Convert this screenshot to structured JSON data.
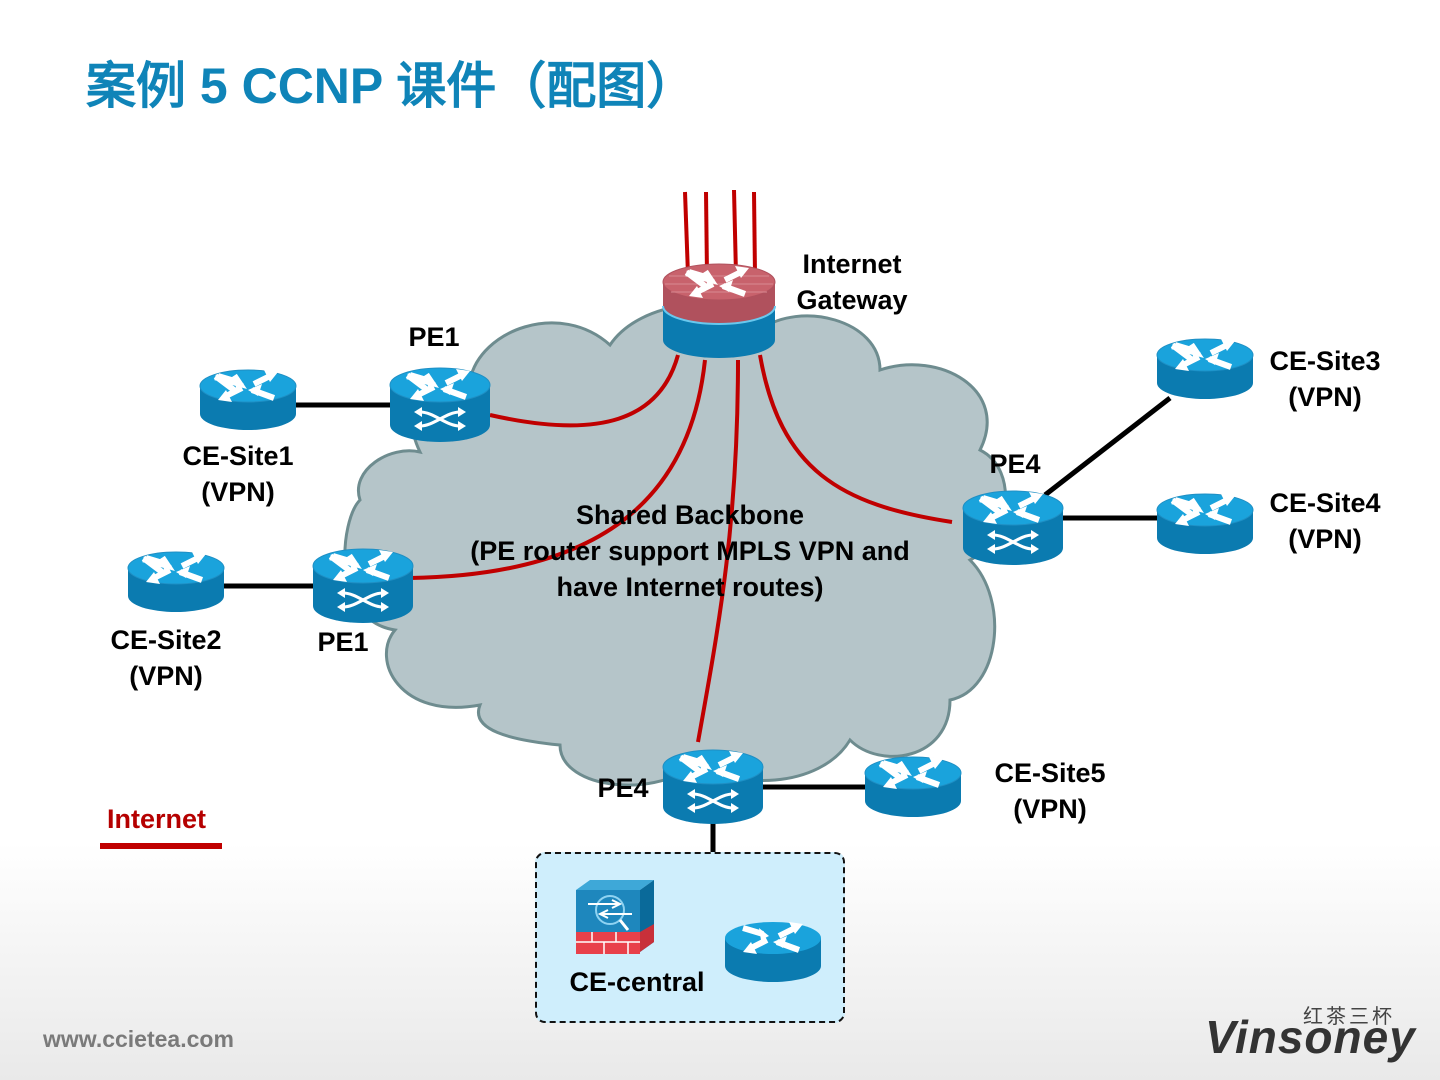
{
  "title": "案例 5 CCNP 课件（配图）",
  "diagram": {
    "cloud_label": {
      "line1": "Shared Backbone",
      "line2": "(PE router support MPLS VPN and",
      "line3": "have Internet routes)"
    },
    "nodes": [
      {
        "id": "igw",
        "type": "firewall-router",
        "label_line1": "Internet",
        "label_line2": "Gateway"
      },
      {
        "id": "pe1-top",
        "type": "pe-router",
        "label_line1": "PE1"
      },
      {
        "id": "pe1-bottom",
        "type": "pe-router",
        "label_line1": "PE1"
      },
      {
        "id": "pe4-right",
        "type": "pe-router",
        "label_line1": "PE4"
      },
      {
        "id": "pe4-bottom",
        "type": "pe-router",
        "label_line1": "PE4"
      },
      {
        "id": "ce1",
        "type": "router",
        "label_line1": "CE-Site1",
        "label_line2": "(VPN)"
      },
      {
        "id": "ce2",
        "type": "router",
        "label_line1": "CE-Site2",
        "label_line2": "(VPN)"
      },
      {
        "id": "ce3",
        "type": "router",
        "label_line1": "CE-Site3",
        "label_line2": "(VPN)"
      },
      {
        "id": "ce4",
        "type": "router",
        "label_line1": "CE-Site4",
        "label_line2": "(VPN)"
      },
      {
        "id": "ce5",
        "type": "router",
        "label_line1": "CE-Site5",
        "label_line2": "(VPN)"
      },
      {
        "id": "ce-central",
        "type": "firewall-and-router",
        "label_line1": "CE-central"
      }
    ],
    "links": [
      {
        "from": "ce1",
        "to": "pe1-top",
        "kind": "vpn"
      },
      {
        "from": "ce2",
        "to": "pe1-bottom",
        "kind": "vpn"
      },
      {
        "from": "pe4-right",
        "to": "ce3",
        "kind": "vpn"
      },
      {
        "from": "pe4-right",
        "to": "ce4",
        "kind": "vpn"
      },
      {
        "from": "pe4-bottom",
        "to": "ce5",
        "kind": "vpn"
      },
      {
        "from": "pe4-bottom",
        "to": "ce-central",
        "kind": "vpn"
      },
      {
        "from": "igw",
        "to": "pe1-top",
        "kind": "internet"
      },
      {
        "from": "igw",
        "to": "pe1-bottom",
        "kind": "internet"
      },
      {
        "from": "igw",
        "to": "pe4-bottom",
        "kind": "internet"
      },
      {
        "from": "igw",
        "to": "pe4-right",
        "kind": "internet"
      }
    ],
    "uplink_count": 4,
    "colors": {
      "internet_link": "#c00000",
      "vpn_link": "#000000",
      "cloud_fill": "#b5c5c9",
      "cloud_stroke": "#6e8c8f",
      "router_top": "#1aa3dc",
      "router_side": "#0b7bb0",
      "firewall_top": "#c8626c",
      "central_box": "#cfeefc"
    }
  },
  "legend": {
    "internet_label": "Internet",
    "internet_color": "#c00000"
  },
  "footer": {
    "url": "www.ccietea.com",
    "brand_cn": "红茶三杯",
    "brand": "Vinsoney"
  }
}
